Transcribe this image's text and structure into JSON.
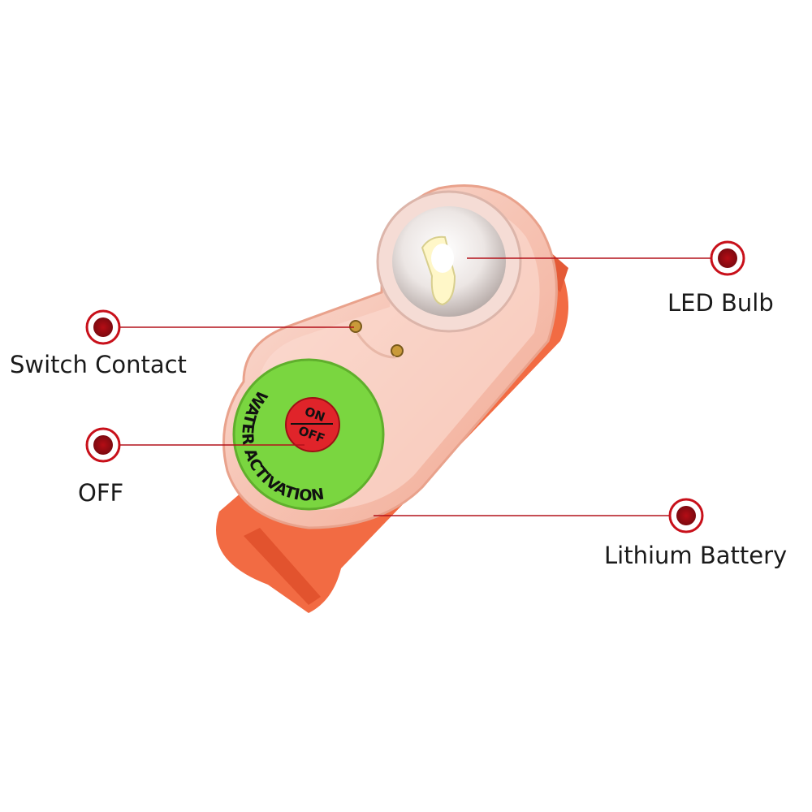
{
  "callouts": {
    "led_bulb": "LED Bulb",
    "switch_contact": "Switch Contact",
    "off": "OFF",
    "lithium_battery": "Lithium Battery"
  },
  "sticker": {
    "ring_text": "WATER ACTIVATION",
    "on": "ON",
    "off": "OFF"
  },
  "colors": {
    "callout_line": "#b3121b",
    "callout_dot": "#c8101a",
    "housing_orange": "#f26b43",
    "sticker_green": "#7ad640",
    "button_red": "#e0242a"
  }
}
